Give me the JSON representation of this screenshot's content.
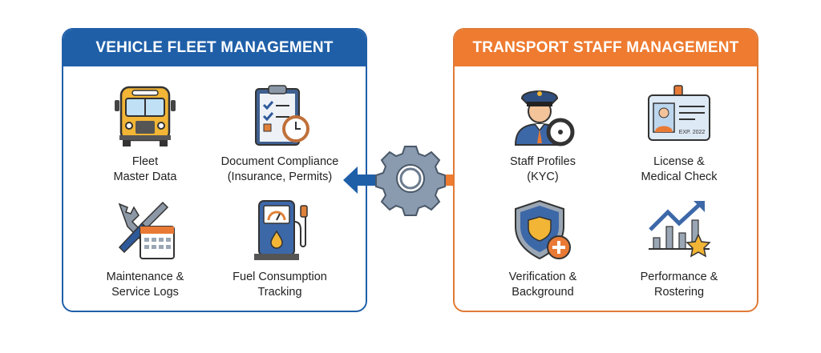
{
  "left_panel": {
    "title": "VEHICLE FLEET MANAGEMENT",
    "items": [
      {
        "line1": "Fleet",
        "line2": "Master Data",
        "icon": "school-bus-icon"
      },
      {
        "line1": "Document Compliance",
        "line2": "(Insurance, Permits)",
        "icon": "clipboard-clock-icon"
      },
      {
        "line1": "Maintenance &",
        "line2": "Service Logs",
        "icon": "tools-calendar-icon"
      },
      {
        "line1": "Fuel Consumption",
        "line2": "Tracking",
        "icon": "fuel-pump-icon"
      }
    ]
  },
  "right_panel": {
    "title": "TRANSPORT STAFF MANAGEMENT",
    "items": [
      {
        "line1": "Staff Profiles",
        "line2": "(KYC)",
        "icon": "driver-icon"
      },
      {
        "line1": "License &",
        "line2": "Medical Check",
        "icon": "id-card-icon",
        "card_text": "EXP. 2022"
      },
      {
        "line1": "Verification &",
        "line2": "Background",
        "icon": "shield-badge-icon"
      },
      {
        "line1": "Performance &",
        "line2": "Rostering",
        "icon": "growth-chart-star-icon"
      }
    ]
  },
  "colors": {
    "blue": "#1f5fa8",
    "orange": "#ee7b30",
    "gear": "#8a9bb0"
  }
}
